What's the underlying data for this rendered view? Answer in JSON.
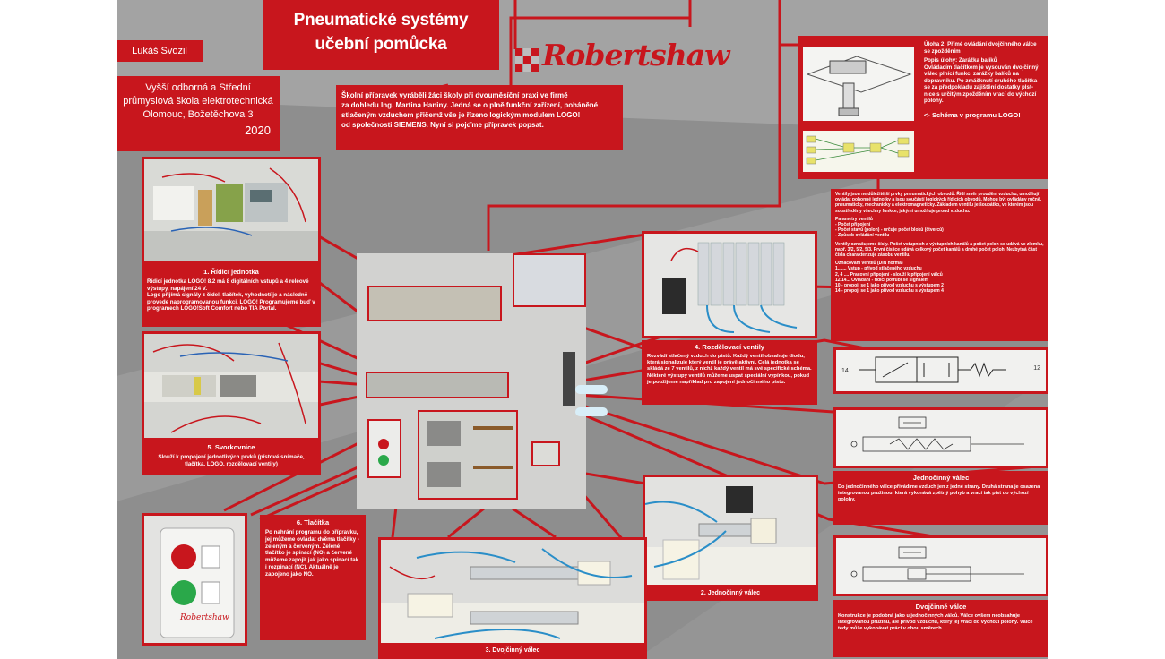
{
  "header": {
    "title_line1": "Pneumatické systémy",
    "title_line2": "učební pomůcka",
    "author": "Lukáš Svozil",
    "school_line1": "Vyšší odborná a Střední",
    "school_line2": "průmyslová škola elektrotechnická",
    "school_line3": "Olomouc, Božetěchova 3",
    "year": "2020",
    "brand": "Robertshaw"
  },
  "intro": {
    "line1": "Školní přípravek vyráběli žáci školy při dvouměsíční praxi ve firmě",
    "line2": "za dohledu Ing. Martina Haniny. Jedná se o plně funkční zařízení, poháněné",
    "line3": "stlačeným vzduchem přičemž vše je řízeno logickým modulem LOGO!",
    "line4": "od společnosti SIEMENS. Nyní si pojďme přípravek popsat."
  },
  "task": {
    "title": "Úloha 2: Přímé ovládání dvojčinného válce se zpožděním",
    "body": "Popis úlohy: Zarážka balíků\nOvládacím tlačítkem je vysouván dvojčinný válec plnící funkci zarážky balíků na dopravníku. Po zmáčknutí druhého tlačítka se za předpokladu zajištění dostatky plst-nice s určitým zpožděním vrací do výchozí polohy.",
    "link": "<-  Schéma v programu LOGO!"
  },
  "valves_info": {
    "para1": "Ventily jsou nejdůležitější prvky pneumatických obvodů. Řídí směr proudění vzduchu, umožňují ovládat pohonné jednotky a jsou součástí logických řídicích obvodů. Mohou být ovládány ručně, pneumaticky, mechanicky a elektromagneticky. Základem ventilu je šoupátko, ve kterém jsou soustředěny všechny funkce, jakými umožňuje proud vzduchu.",
    "params_title": "Parametry ventilů",
    "params": "- Počet připojení\n- Počet stavů (poloh) - určuje počet bloků (čtverců)\n- Způsob ovládání ventilu",
    "para2": "Ventily označujeme čísly. Počet vstupních a výstupních kanálů a počet poloh se udává ve zlomku, např. 3/2, 5/2, 5/3. První číslice udává celkový počet kanálů a druhé počet poloh. Nezbytná část čísla charakterizuje zásobu ventilu.",
    "norm_title": "Označování ventilů (DIN norma)",
    "norm": "1....... Vstup - přívod stlačeného vzduchu\n2, 4 .... Pracovní připojení - slouží k připojení válců\n12,14... Ovládání - řídicí potrubí se signálem\n10 - propojí se 1 jako přívod vzduchu s výstupem 2\n14 - propojí se 1 jako přívod vzduchu s výstupem 4",
    "symbol_left": "14",
    "symbol_right": "12"
  },
  "sections": {
    "control_unit": {
      "title": "1. Řídicí jednotka",
      "body": "Řídicí jednotka LOGO! 8.2 má 8 digitálních vstupů a 4 reléové výstupy, napájení 24 V.\nLogo přijímá signály z čidel, tlačítek, vyhodnotí je a následně provede naprogramovanou funkci. LOGO! Programujeme buď v programech LOGO!Soft Comfort nebo TIA Portal."
    },
    "distribution_valves": {
      "title": "4. Rozdělovací ventily",
      "body": "Rozvádí stlačený vzduch do pístů. Každý ventil obsahuje diodu, která signalizuje který ventil je právě aktivní. Celá jednotka se skládá ze 7 ventilů, z nichž každý ventil má své specifické schéma.\nNěkteré výstupy ventilů můžeme uspat speciální vypínkou, pokud je použijeme například pro zapojení jednočinného pístu."
    },
    "terminals": {
      "title": "5. Svorkovnice",
      "body": "Slouží k propojení jednotlivých prvků (pístové snímače, tlačítka, LOGO, rozdělovací ventily)"
    },
    "buttons": {
      "title": "6. Tlačítka",
      "body": "Po nahrání programu do přípravku, jej můžeme ovládat dvěma tlačítky - zeleným a červeným. Zelené tlačítko je spínací (NO) a červené můžeme zapojit jak jako spínací tak i rozpínací (NC). Aktuálně je zapojeno jako NO."
    },
    "single_cylinder": {
      "title": "2. Jednočinný válec"
    },
    "double_cylinder": {
      "title": "3. Dvojčinný válec"
    },
    "single_info": {
      "title": "Jednočinný válec",
      "body": "Do jednočinného válce přivádíme vzduch jen z jedné strany. Druhá strana je osazena integrovanou pružinou, která vykonává zpětný pohyb a vrací tak píst do výchozí polohy."
    },
    "double_info": {
      "title": "Dvojčinné válce",
      "body": "Konstrukce je podobná jako u jednočinných válců. Válce ovšem neobsahuje integrovanou pružinu, ale přívod vzduchu, který jej vrací do výchozí polohy. Válce tedy může vykonávat práci v obou směrech."
    }
  },
  "colors": {
    "accent_red": "#c8161d",
    "background_gray": "#8e8e8e",
    "text_white": "#ffffff"
  }
}
